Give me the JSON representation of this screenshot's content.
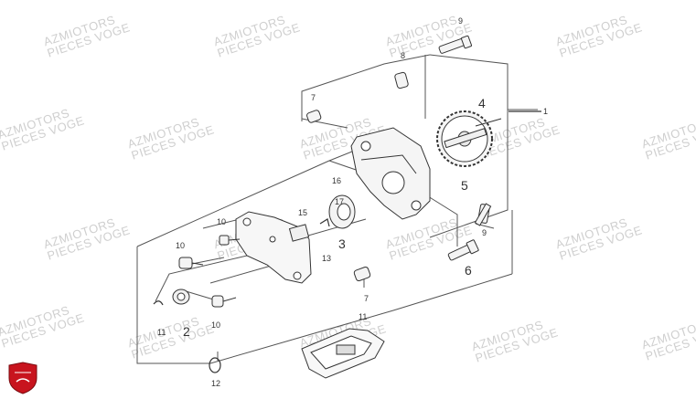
{
  "watermark": {
    "line1": "AZMIOTORS",
    "line2": "PIECES VOGE"
  },
  "callouts": {
    "c1": "1",
    "c2": "2",
    "c3": "3",
    "c4": "4",
    "c5": "5",
    "c6": "6",
    "c7a": "7",
    "c7b": "7",
    "c8": "8",
    "c9a": "9",
    "c9b": "9",
    "c10a": "10",
    "c10b": "10",
    "c10c": "10",
    "c11a": "11",
    "c11b": "11",
    "c12": "12",
    "c13": "13",
    "c15": "15",
    "c16": "16",
    "c17": "17"
  },
  "logo": {
    "label": "AZMOTORS",
    "color": "#c8141e"
  }
}
